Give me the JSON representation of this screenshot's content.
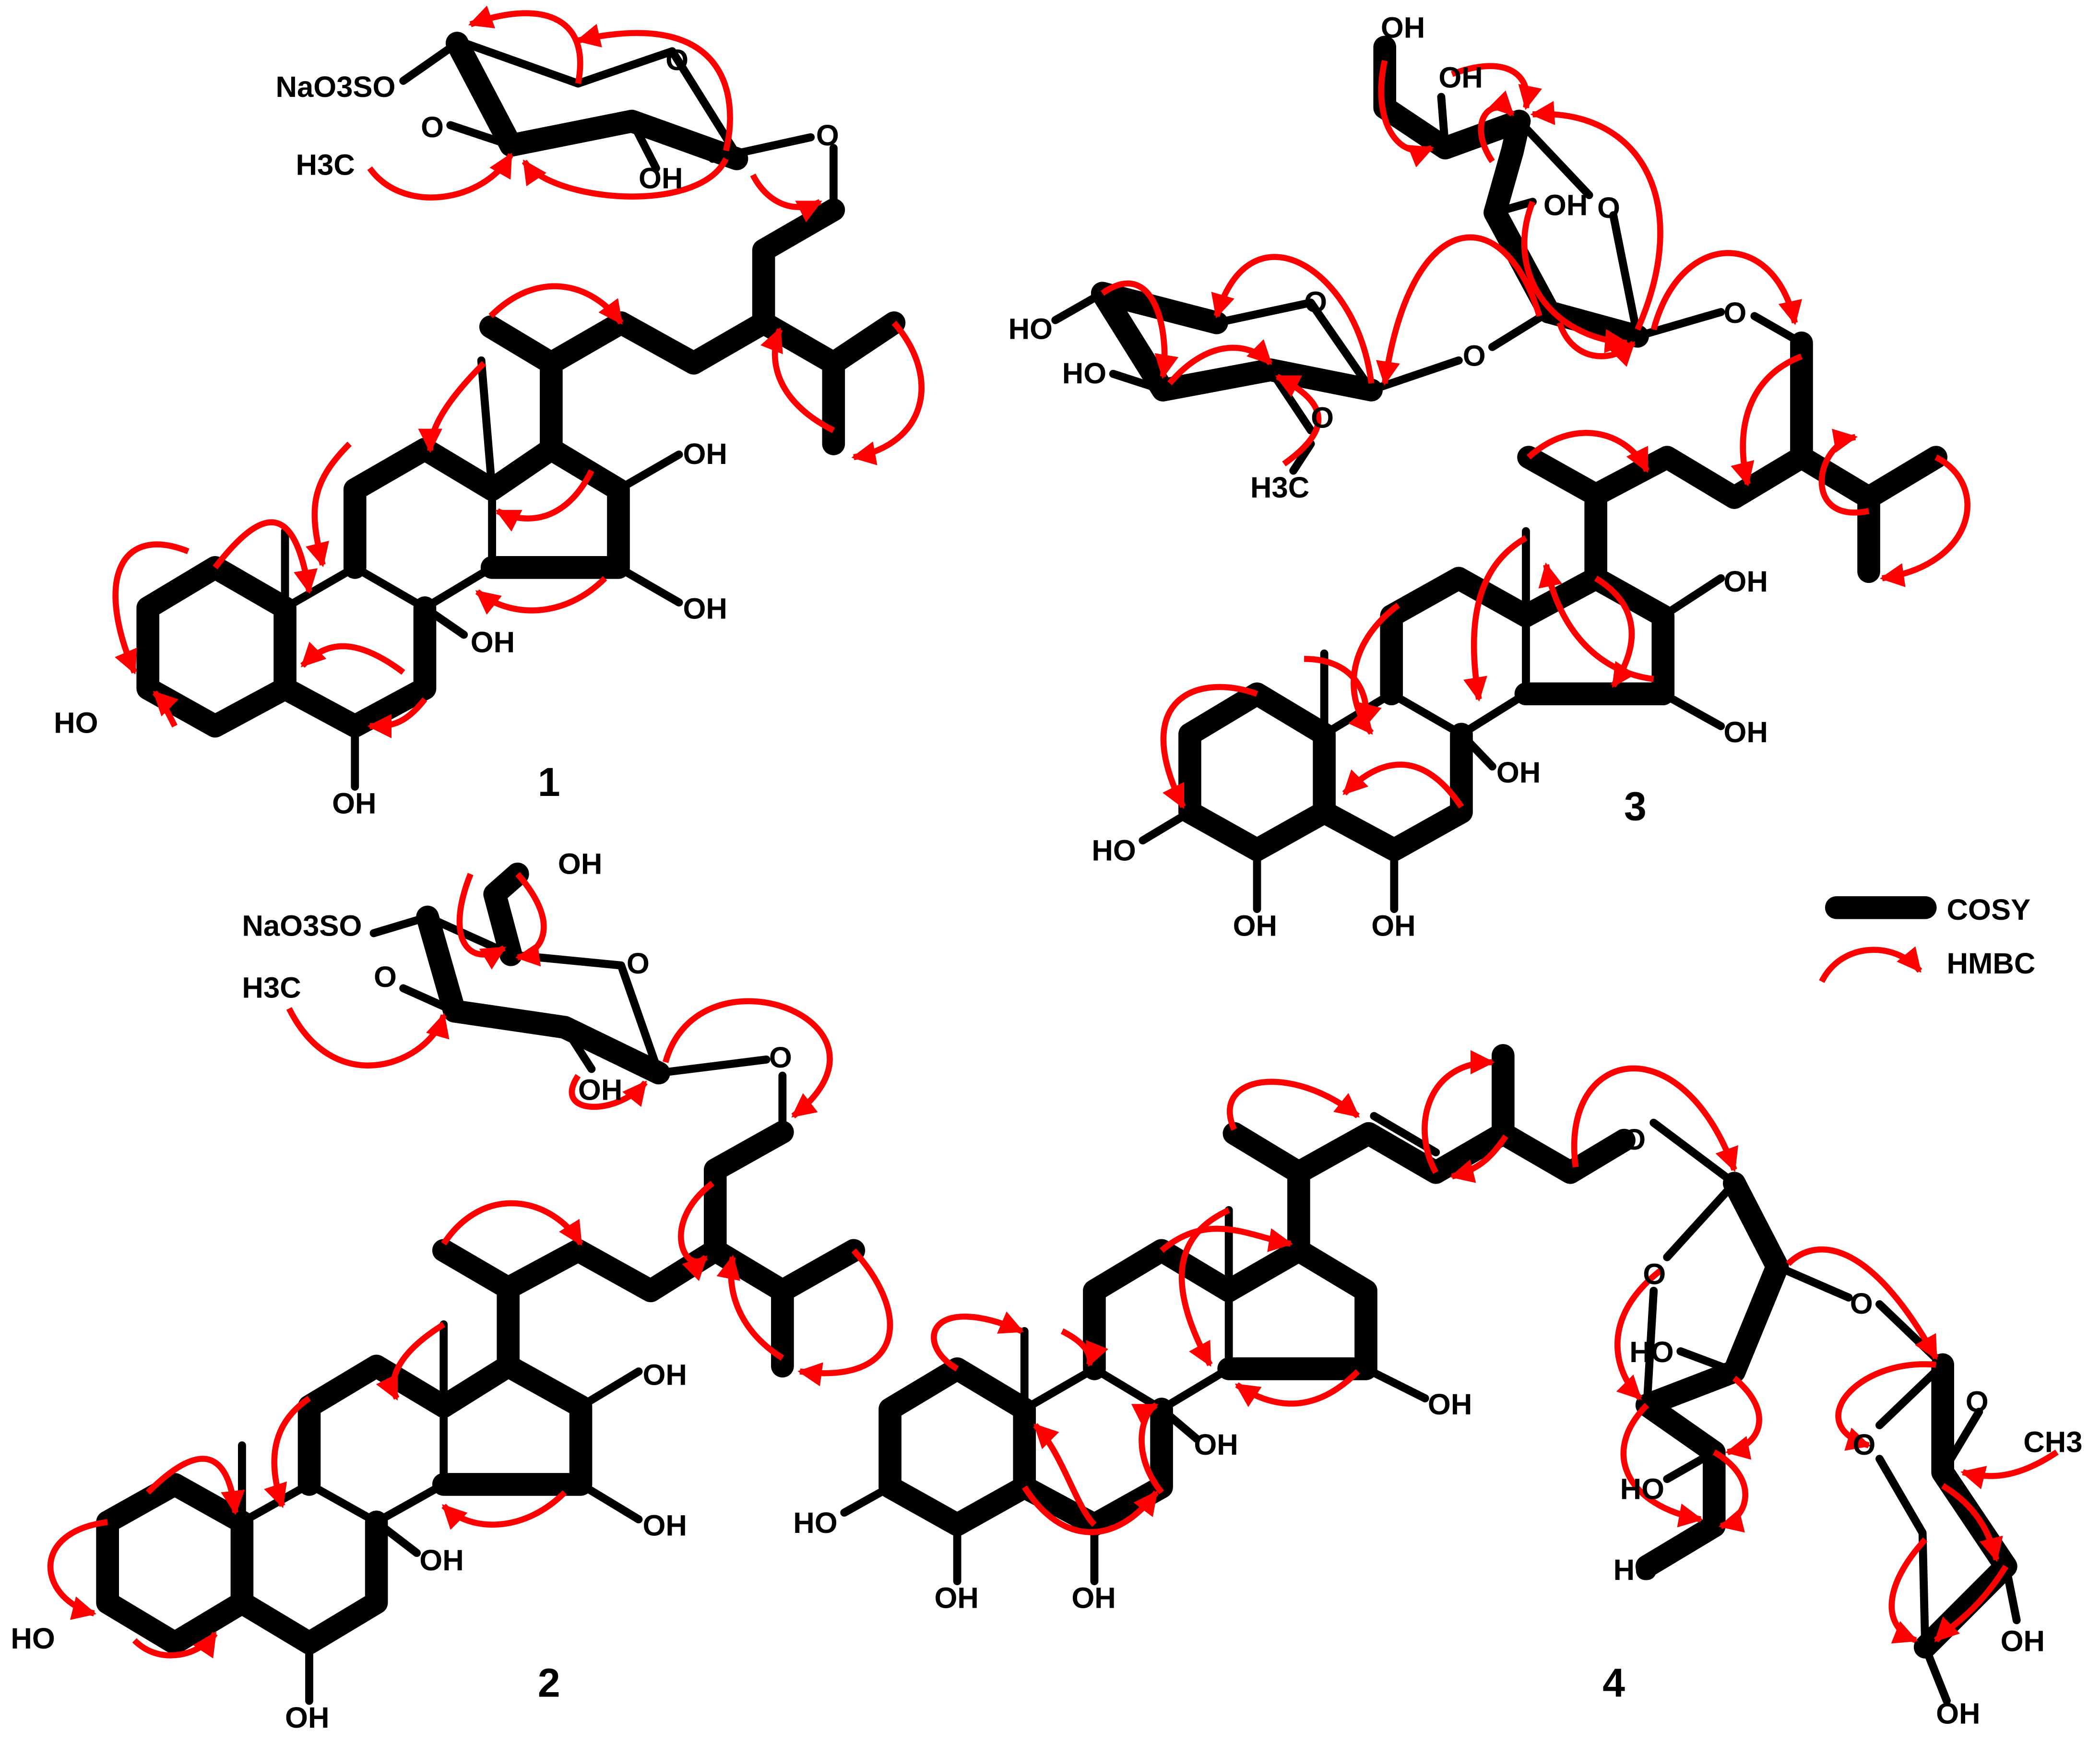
{
  "compounds": [
    {
      "number": "1",
      "labels": {
        "sulfate": "NaO3SO",
        "methyl": "H3C",
        "ring_o": "O",
        "methoxy_o": "O",
        "link_o": "O",
        "sugar_oh": "OH",
        "c15_oh": "OH",
        "c16_oh": "OH",
        "c8_oh": "OH",
        "c3_oh": "HO",
        "c6_oh": "OH"
      }
    },
    {
      "number": "2",
      "labels": {
        "sulfate": "NaO3SO",
        "methyl": "H3C",
        "ch2oh": "OH",
        "ring_o": "O",
        "methoxy_o": "O",
        "link_o": "O",
        "sugar_oh": "OH",
        "c15_oh": "OH",
        "c16_oh": "OH",
        "c8_oh": "OH",
        "c3_oh": "HO",
        "c6_oh": "OH"
      }
    },
    {
      "number": "3",
      "labels": {
        "oh_a": "OH",
        "oh_b": "OH",
        "oh_c": "OH",
        "ring_o_fur": "O",
        "ho_a": "HO",
        "ho_b": "HO",
        "ring_o_pyr": "O",
        "glyco_o": "O",
        "methoxy_o": "O",
        "methyl": "H3C",
        "link_o": "O",
        "c15_oh": "OH",
        "c16_oh": "OH",
        "c8_oh": "OH",
        "c3_oh": "HO",
        "c4_oh": "OH",
        "c6_oh": "OH"
      }
    },
    {
      "number": "4",
      "labels": {
        "link_o": "O",
        "ring_o_fur": "O",
        "glyco_o": "O",
        "ho_a": "HO",
        "ho_b": "HO",
        "ho_c": "HO",
        "ring_o_pyr": "O",
        "methoxy_o": "O",
        "methyl": "CH3",
        "oh_a": "OH",
        "oh_b": "OH",
        "c15_oh": "OH",
        "c8_oh": "OH",
        "c3_oh": "HO",
        "c4_oh": "OH",
        "c6_oh": "OH"
      }
    }
  ],
  "legend": {
    "cosy": "COSY",
    "hmbc": "HMBC"
  },
  "colors": {
    "bond": "#000000",
    "hmbc_arrow": "#ff0000",
    "background": "#ffffff"
  }
}
